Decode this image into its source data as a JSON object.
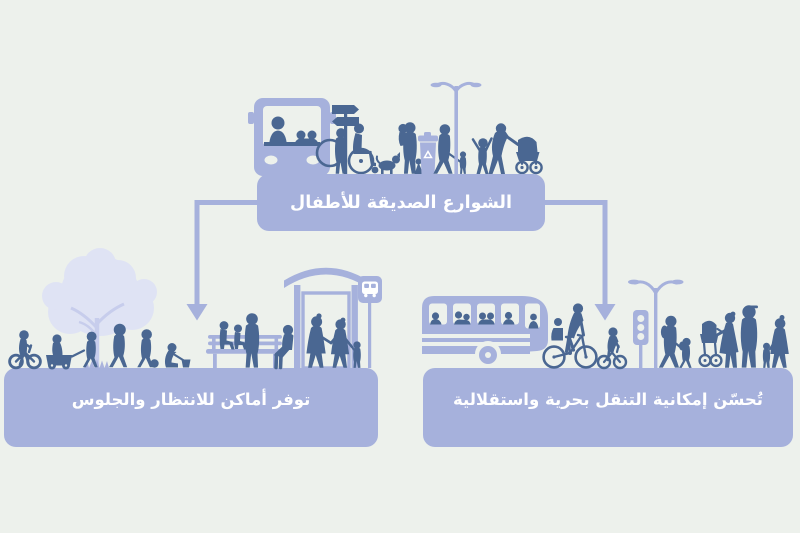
{
  "page": {
    "language": "ar",
    "direction": "rtl",
    "background": "#edf1ec"
  },
  "palette": {
    "accent": "#a6b1dc",
    "silhouette": "#4a6792",
    "tree": "#dfe3f4",
    "text": "#ffffff"
  },
  "diagram": {
    "title": "الشوارع الصديقة للأطفال",
    "top_scene_icons": [
      "bus-front-icon",
      "signpost-icon",
      "hoop-child-icon",
      "wheelchair-person-icon",
      "dog-icon",
      "parent-carrying-child-icon",
      "recycle-bin-icon",
      "parent-child-icon",
      "street-lamp-icon",
      "jumping-child-icon",
      "parent-stroller-icon"
    ],
    "branches": [
      {
        "id": "waiting-seating",
        "caption": "توفر أماكن للانتظار والجلوس",
        "icons": [
          "tree-icon",
          "balance-bike-child-icon",
          "wagon-children-icon",
          "running-child-icon",
          "child-ball-icon",
          "crouching-child-bucket-icon",
          "bench-icon",
          "children-on-bench-icon",
          "standing-adult-icon",
          "seated-woman-icon",
          "bus-shelter-icon",
          "bus-stop-sign-icon",
          "family-holding-hands-icon"
        ]
      },
      {
        "id": "free-independent-mobility",
        "caption": "تُحسّن إمكانية التنقل بحرية واستقلالية",
        "icons": [
          "city-bus-side-icon",
          "adult-cyclist-child-seat-icon",
          "child-cyclist-icon",
          "traffic-light-icon",
          "street-lamp-icon",
          "walking-parent-child-icon",
          "mother-stroller-icon",
          "tall-man-icon",
          "mother-child-icon"
        ]
      }
    ]
  }
}
